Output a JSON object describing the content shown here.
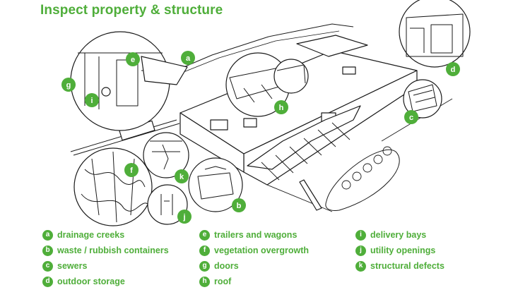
{
  "title": "Inspect property & structure",
  "callouts": [
    "a",
    "b",
    "c",
    "d",
    "e",
    "f",
    "g",
    "h",
    "i",
    "j",
    "k"
  ],
  "legend": [
    {
      "letter": "a",
      "label": "drainage creeks"
    },
    {
      "letter": "b",
      "label": "waste / rubbish containers"
    },
    {
      "letter": "c",
      "label": "sewers"
    },
    {
      "letter": "d",
      "label": "outdoor storage"
    },
    {
      "letter": "e",
      "label": "trailers and wagons"
    },
    {
      "letter": "f",
      "label": "vegetation overgrowth"
    },
    {
      "letter": "g",
      "label": "doors"
    },
    {
      "letter": "h",
      "label": "roof"
    },
    {
      "letter": "i",
      "label": "delivery bays"
    },
    {
      "letter": "j",
      "label": "utility openings"
    },
    {
      "letter": "k",
      "label": "structural defects"
    }
  ],
  "colors": {
    "accent": "#4fae3a",
    "line": "#1a1a1a"
  }
}
